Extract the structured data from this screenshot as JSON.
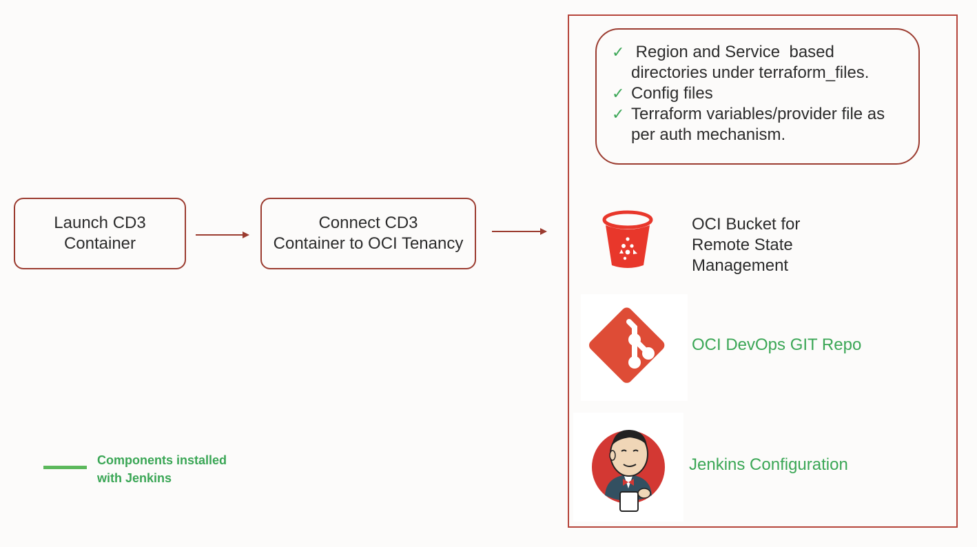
{
  "steps": {
    "launch": {
      "line1": "Launch CD3",
      "line2": "Container"
    },
    "connect": {
      "line1": "Connect CD3",
      "line2": "Container to OCI Tenancy"
    }
  },
  "outputs": {
    "items": [
      {
        "line1": " Region and Service  based",
        "line2": "directories under terraform_files."
      },
      {
        "line1": "Config files"
      },
      {
        "line1": "Terraform variables/provider file as",
        "line2": "per auth mechanism."
      }
    ],
    "check_glyph": "✓"
  },
  "components": {
    "bucket": {
      "icon": "bucket-icon",
      "line1": "OCI Bucket for",
      "line2": "Remote State",
      "line3": "Management"
    },
    "git": {
      "icon": "git-icon",
      "label": "OCI DevOps GIT Repo"
    },
    "jenkins": {
      "icon": "jenkins-icon",
      "label": "Jenkins Configuration"
    }
  },
  "legend": {
    "line1": "Components installed",
    "line2": "with Jenkins",
    "color": "#5cb85c"
  },
  "colors": {
    "border": "#9b3b2f",
    "accent_green": "#3aa655",
    "bucket_red": "#e8372b",
    "git_red": "#de4c36"
  }
}
